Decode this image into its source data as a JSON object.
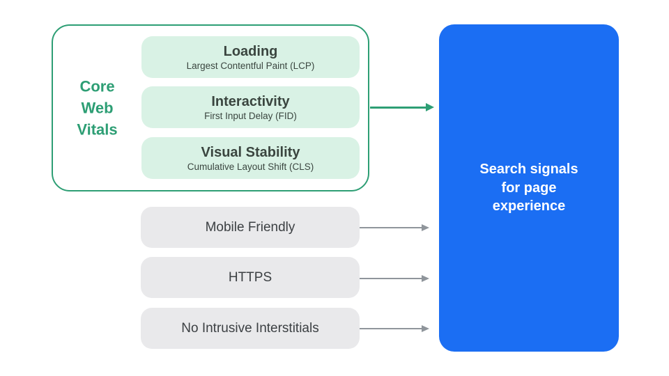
{
  "colors": {
    "green": "#2d9e74",
    "light_green": "#d9f2e5",
    "box_gray": "#e9e9eb",
    "arrow_gray": "#8f959b",
    "blue": "#1b6ef3",
    "title_dark": "#3a453f",
    "gray_text": "#3c4043",
    "white": "#ffffff"
  },
  "core_group": {
    "title_lines": [
      "Core",
      "Web",
      "Vitals"
    ],
    "items": [
      {
        "title": "Loading",
        "subtitle": "Largest Contentful Paint (LCP)"
      },
      {
        "title": "Interactivity",
        "subtitle": "First Input Delay (FID)"
      },
      {
        "title": "Visual Stability",
        "subtitle": "Cumulative Layout Shift (CLS)"
      }
    ]
  },
  "other_signals": [
    {
      "label": "Mobile Friendly"
    },
    {
      "label": "HTTPS"
    },
    {
      "label": "No Intrusive Interstitials"
    }
  ],
  "result_box": {
    "lines": [
      "Search signals",
      "for page",
      "experience"
    ]
  }
}
